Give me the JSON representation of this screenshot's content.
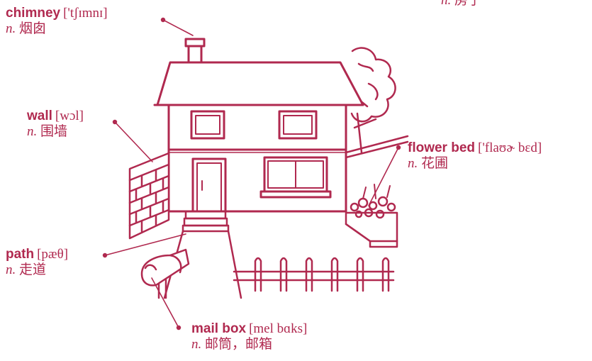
{
  "accent_color": "#b0294f",
  "labels": {
    "chimney": {
      "term": "chimney",
      "ipa": "['tʃɪmnɪ]",
      "pos": "n.",
      "meaning": "烟囱"
    },
    "house": {
      "pos": "n.",
      "meaning": "房子"
    },
    "wall": {
      "term": "wall",
      "ipa": "[wɔl]",
      "pos": "n.",
      "meaning": "围墙"
    },
    "flower_bed": {
      "term": "flower bed",
      "ipa": "['flaʊɚ bɛd]",
      "pos": "n.",
      "meaning": "花圃"
    },
    "path": {
      "term": "path",
      "ipa": "[pæθ]",
      "pos": "n.",
      "meaning": "走道"
    },
    "mail_box": {
      "term": "mail box",
      "ipa": "[mel bɑks]",
      "pos": "n.",
      "meaning": "邮筒，邮箱"
    }
  }
}
